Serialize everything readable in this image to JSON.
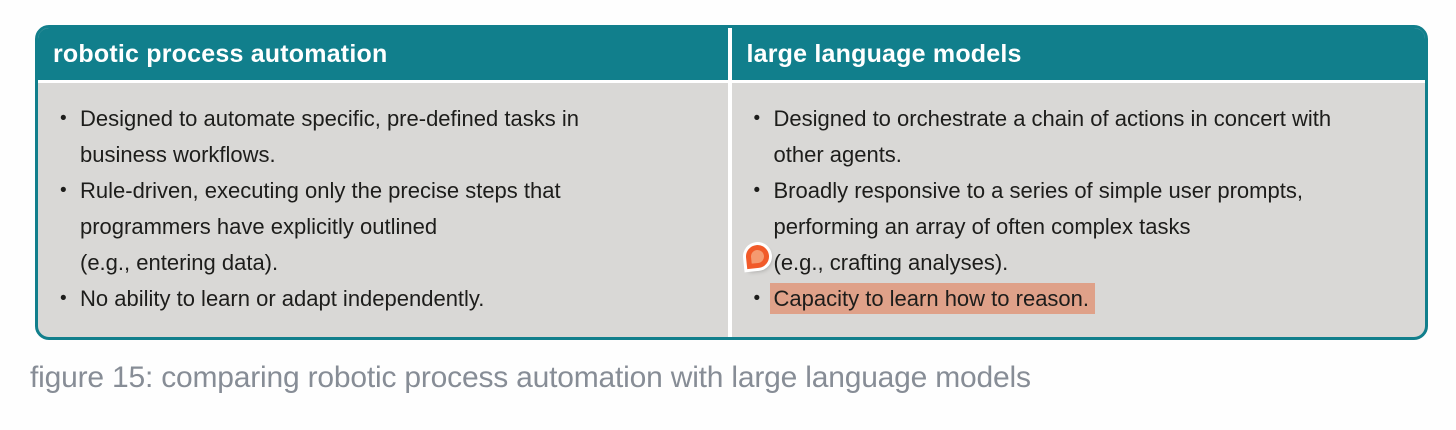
{
  "table": {
    "columns": [
      {
        "header": "robotic process automation",
        "bullets": [
          {
            "lines": [
              "Designed to automate specific, pre-defined tasks in",
              "business workflows."
            ]
          },
          {
            "lines": [
              "Rule-driven, executing only the precise steps that",
              "programmers have explicitly outlined",
              "(e.g., entering data)."
            ]
          },
          {
            "lines": [
              "No ability to learn or adapt independently."
            ]
          }
        ]
      },
      {
        "header": "large language models",
        "bullets": [
          {
            "lines": [
              "Designed to orchestrate a chain of actions in concert with",
              "other agents."
            ]
          },
          {
            "lines": [
              "Broadly responsive to a series of simple user prompts,",
              "performing an array of often complex tasks",
              "(e.g., crafting analyses)."
            ]
          },
          {
            "lines": [
              "Capacity to learn how to reason."
            ],
            "highlight": true
          }
        ]
      }
    ]
  },
  "caption": "figure 15: comparing robotic process automation with large language models",
  "icons": {
    "highlight_marker": "highlight-drop-marker"
  },
  "colors": {
    "header_teal": "#117f8c",
    "body_gray": "#d9d8d6",
    "text": "#1d1d1b",
    "highlight_salmon": "#dfa189",
    "marker_orange": "#f15a29",
    "marker_fill": "#f59a70",
    "caption_gray": "#878d96",
    "divider_white": "#ffffff"
  }
}
